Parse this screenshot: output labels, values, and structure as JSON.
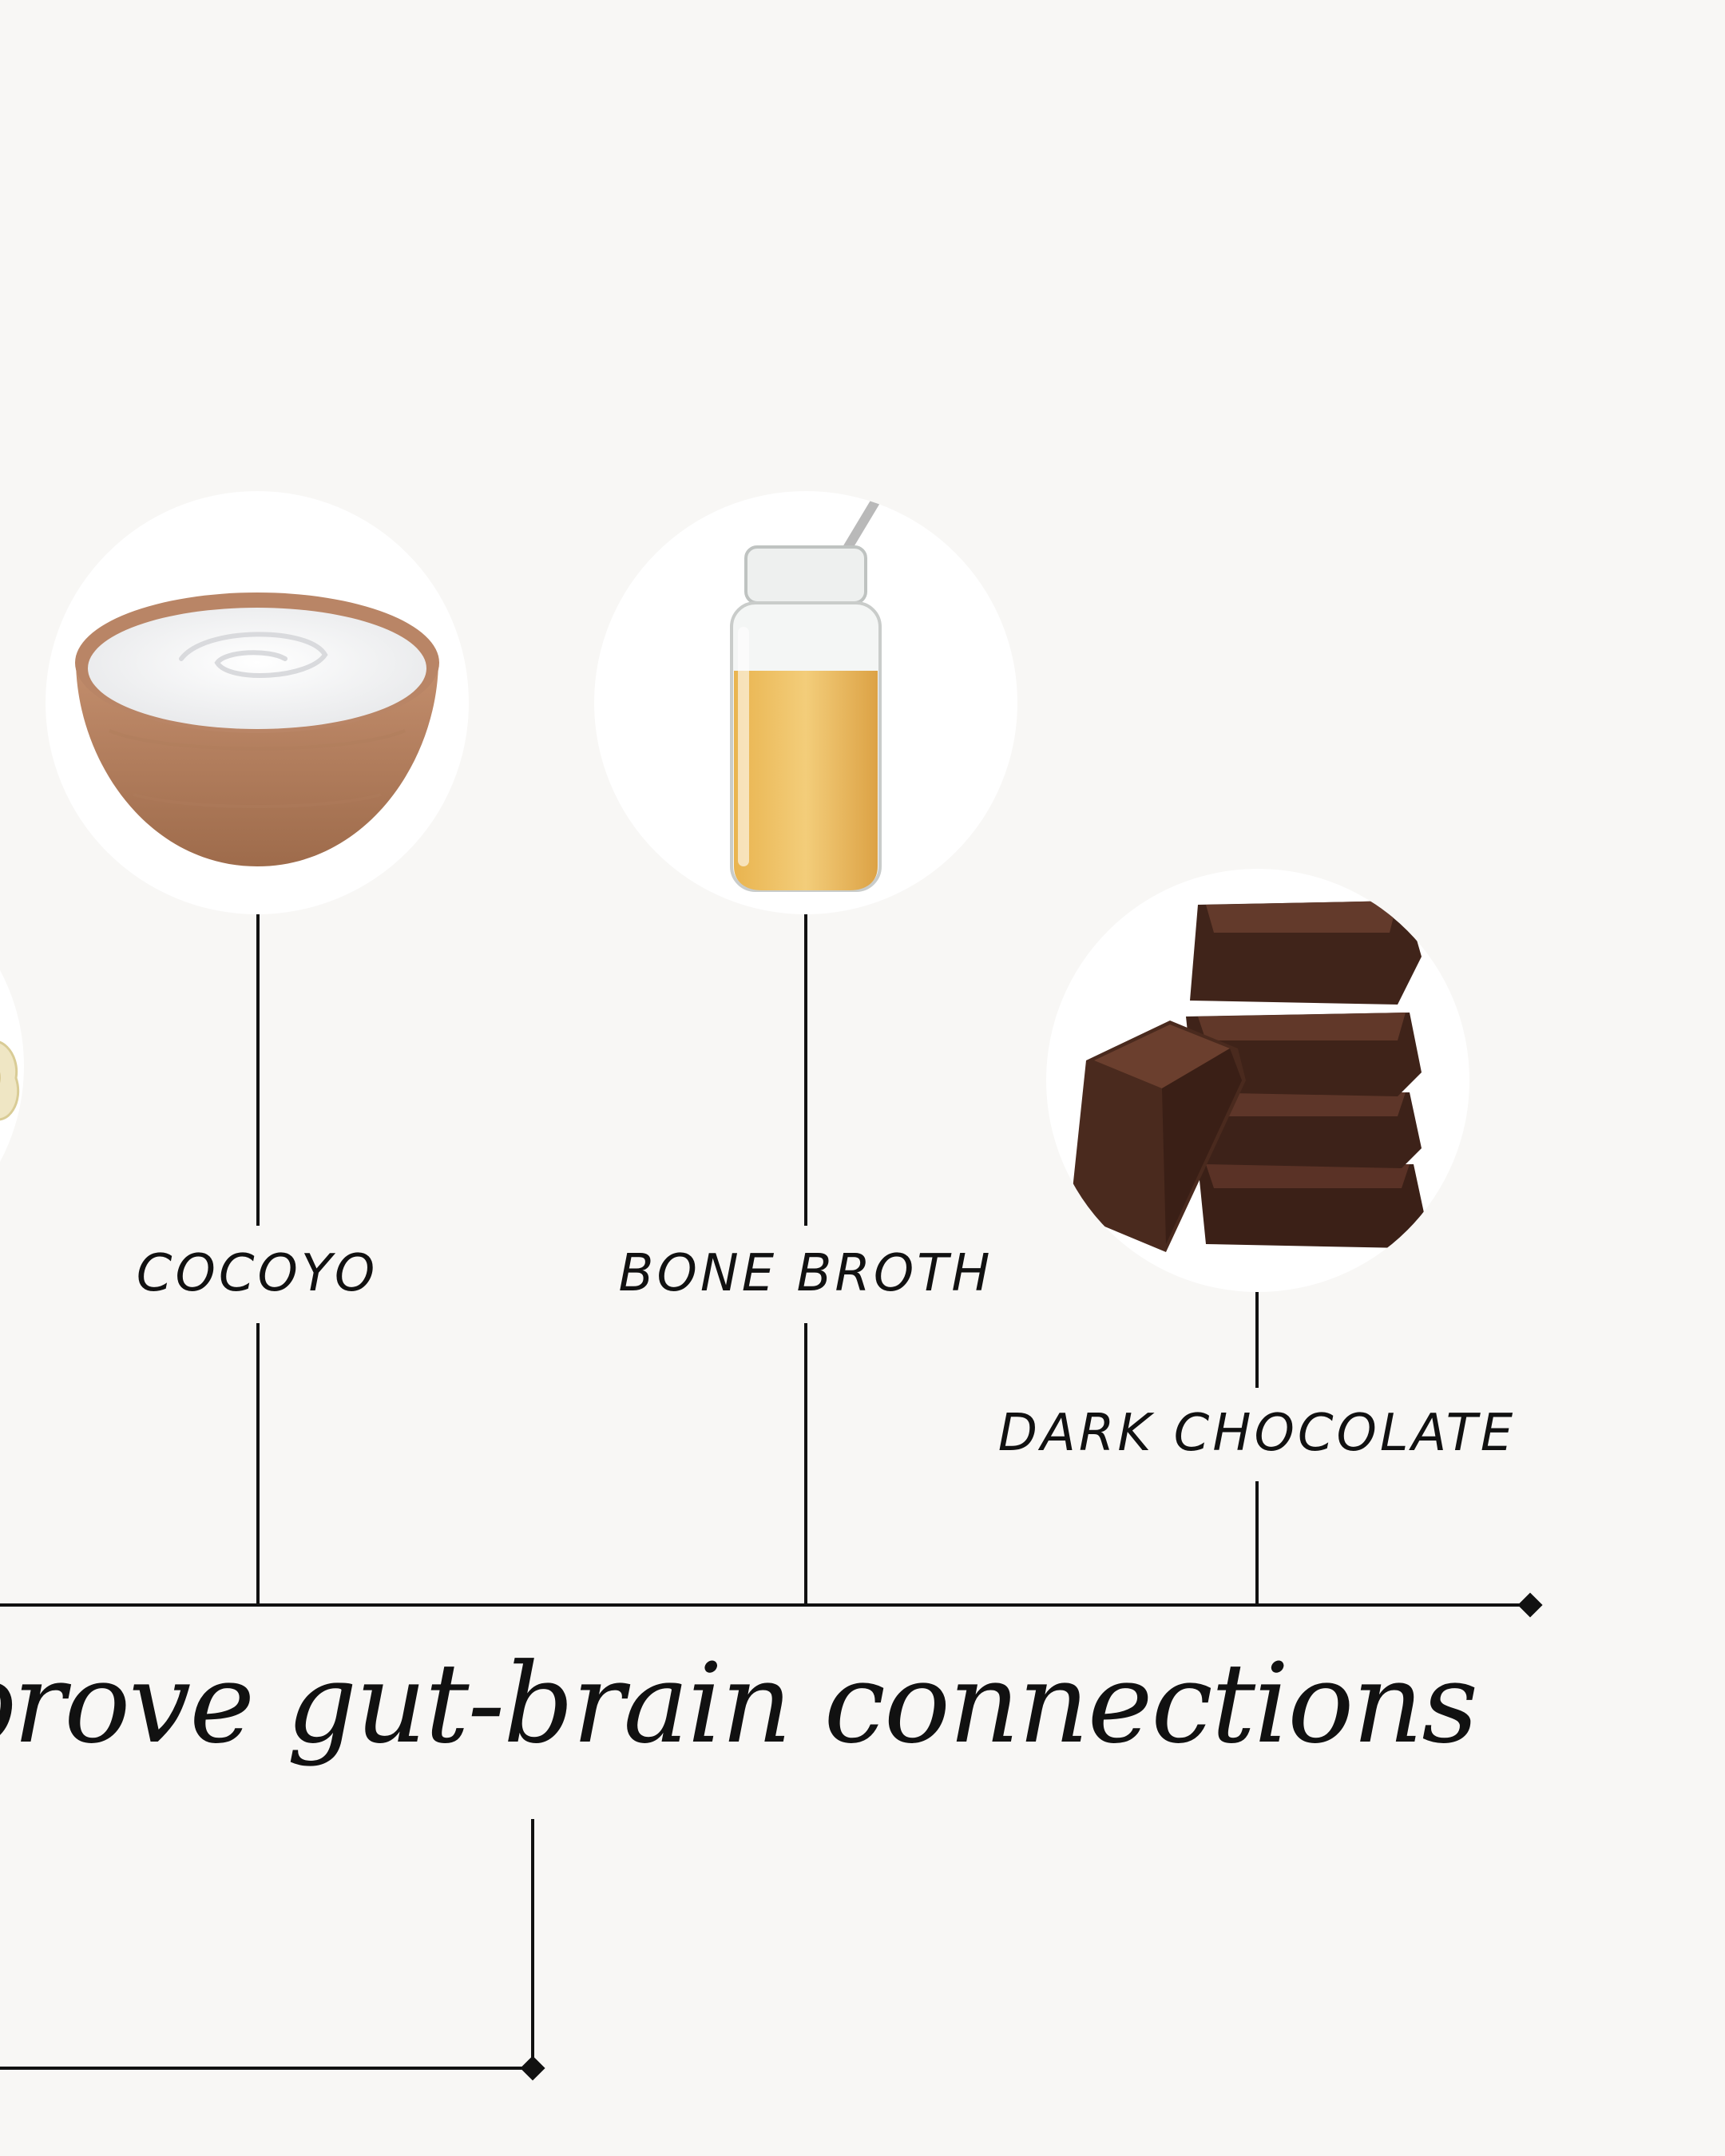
{
  "foods": [
    {
      "id": "cocoyo",
      "label": "COCOYO",
      "icon": "yogurt-bowl-icon"
    },
    {
      "id": "bone-broth",
      "label": "BONE BROTH",
      "icon": "broth-jar-icon"
    },
    {
      "id": "dark-chocolate",
      "label": "DARK CHOCOLATE",
      "icon": "chocolate-stack-icon"
    }
  ],
  "headline": "prove gut-brain connections",
  "colors": {
    "background": "#f8f7f5",
    "line": "#111111",
    "circle": "#ffffff"
  }
}
